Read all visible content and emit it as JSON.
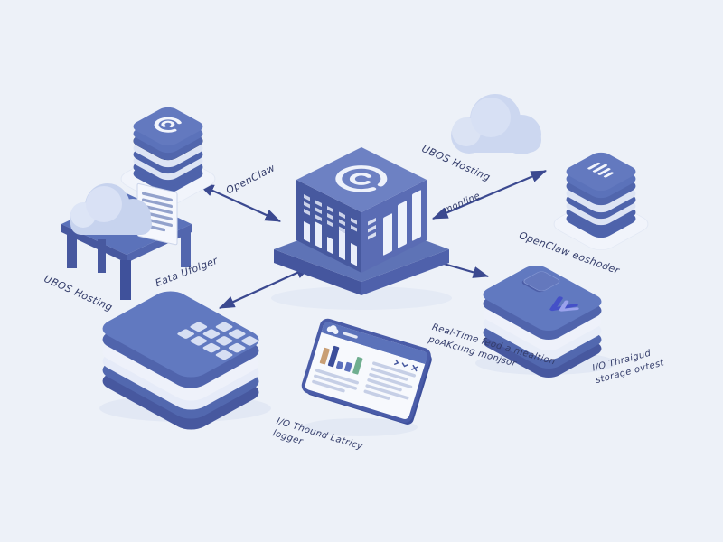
{
  "diagram": {
    "background_color": "#edf1f8",
    "primary_blue": "#5b72ba",
    "dark_blue": "#46589f",
    "arrow_color": "#3b4990",
    "label_color": "#333c6a"
  },
  "labels": {
    "openclaw": "OpenClaw",
    "ubos_hosting_top": "UBOS Hosting",
    "monline": "monline",
    "openclaw_eoshoder": "OpenClaw eoshoder",
    "ubos_hosting_left": "UBOS Hosting",
    "eata_ufolger": "Eata Ufolger",
    "io_latency": {
      "line1": "I/O Thound Latricy",
      "line2": "logger"
    },
    "realtime_monitor": {
      "line1": "Real-Time feod a mealtion",
      "line2": "poAKcung monjsor"
    },
    "io_storage": {
      "line1": "I/O Thraigud",
      "line2": "storage ovtest"
    }
  },
  "icons": {
    "hub_top_logo": "broken-circle-target",
    "left_server_badge": "cloud-swirl",
    "right_server_badge": "signal-bars",
    "dashboard_header_badge": "cloud",
    "v_device_logo": "v-mark",
    "dashboard_controls": [
      "chevron-right",
      "chevron-down",
      "close"
    ]
  },
  "dashboard": {
    "bars": [
      {
        "color": "#c99f74",
        "height": 18
      },
      {
        "color": "#3c4e9a",
        "height": 23
      },
      {
        "color": "#5a6fbc",
        "height": 8
      },
      {
        "color": "#5a6fbc",
        "height": 10
      },
      {
        "color": "#6fae8f",
        "height": 19
      }
    ]
  }
}
